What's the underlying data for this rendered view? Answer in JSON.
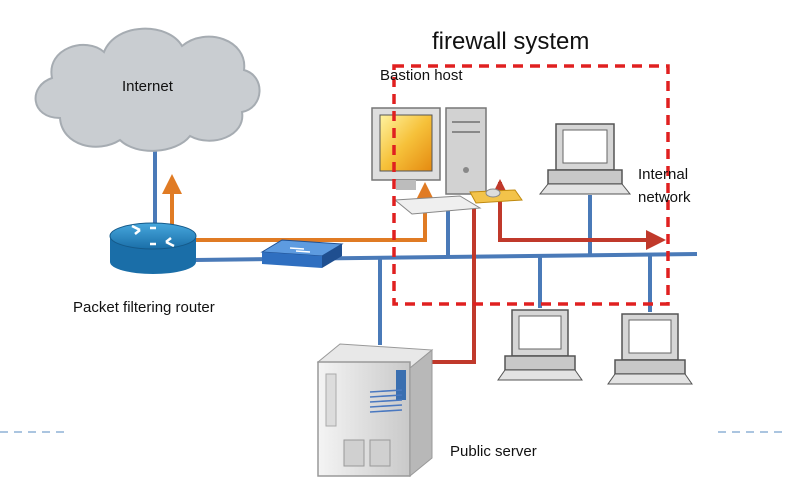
{
  "diagram": {
    "title": "firewall system",
    "nodes": {
      "internet": {
        "label": "Internet",
        "icon": "cloud-icon"
      },
      "bastion": {
        "label": "Bastion host",
        "icon": "desktop-computer-icon"
      },
      "internal": {
        "label_line1": "Internal",
        "label_line2": "network",
        "icon": "workstation-icon"
      },
      "router": {
        "label": "Packet filtering router",
        "icon": "router-icon"
      },
      "switch": {
        "icon": "switch-icon"
      },
      "server": {
        "label": "Public server",
        "icon": "server-tower-icon"
      }
    },
    "colors": {
      "firewall_box": "#e02020",
      "lan_line": "#4a7ab8",
      "outbound_arrow": "#e07b24",
      "inbound_arrow": "#c0392b",
      "cloud_fill": "#c9cdd1",
      "router_fill": "#2a8fc9",
      "switch_fill": "#2f6fc0"
    }
  }
}
